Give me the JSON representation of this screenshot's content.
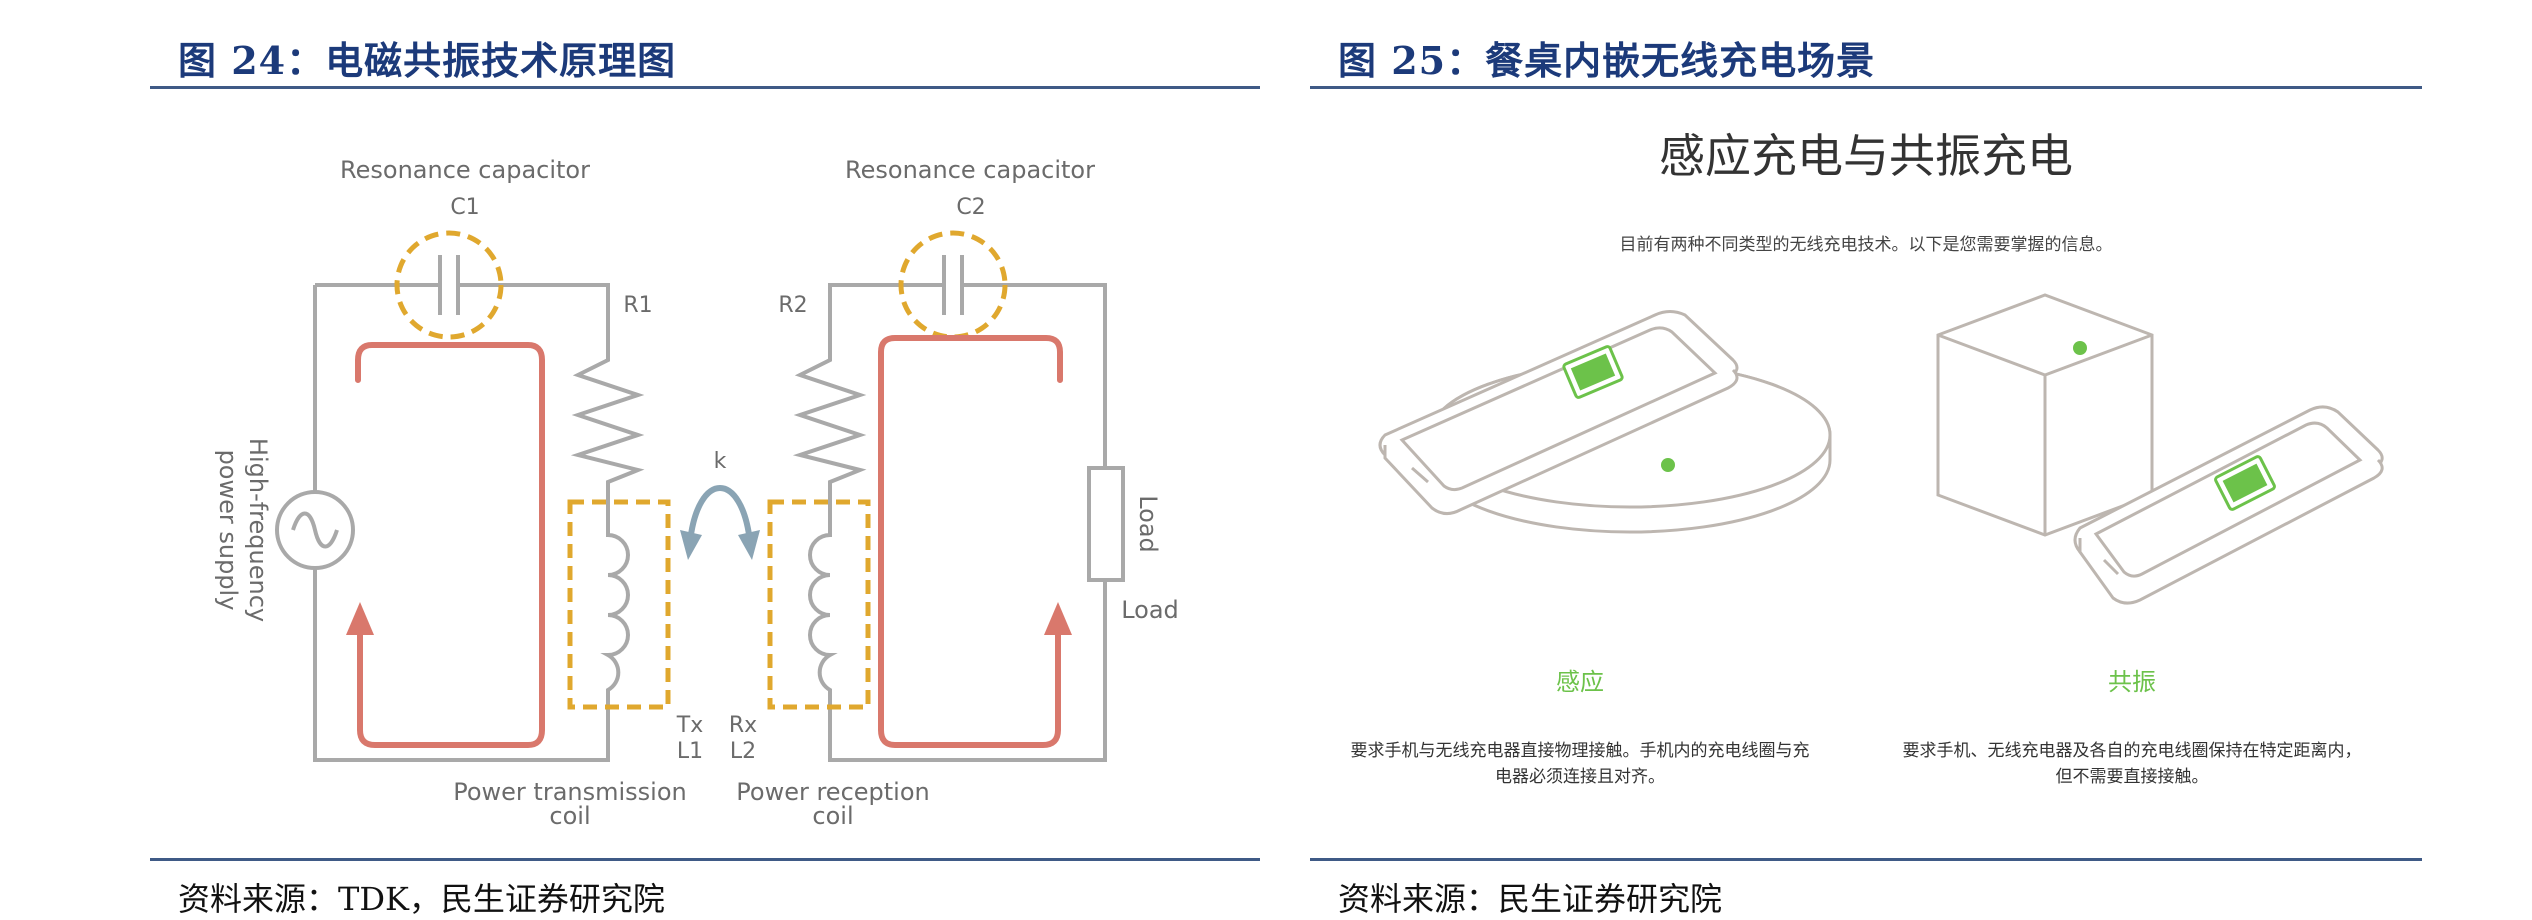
{
  "left_figure": {
    "title": "图 24：电磁共振技术原理图",
    "source": "资料来源：TDK，民生证券研究院",
    "diagram": {
      "resonance_capacitor_left": "Resonance capacitor",
      "resonance_capacitor_right": "Resonance capacitor",
      "c1": "C1",
      "c2": "C2",
      "r1": "R1",
      "r2": "R2",
      "k": "k",
      "power_supply_line1": "High-frequency",
      "power_supply_line2": "power supply",
      "load_rotated": "Load",
      "load": "Load",
      "tx": "Tx",
      "l1": "L1",
      "rx": "Rx",
      "l2": "L2",
      "tx_coil_line1": "Power transmission",
      "tx_coil_line2": "coil",
      "rx_coil_line1": "Power reception",
      "rx_coil_line2": "coil",
      "colors": {
        "wire": "#a9a9a9",
        "capacitor_highlight": "#e0a82e",
        "current_arrow": "#d9786c",
        "coupling_arrow": "#8aa4b4"
      }
    }
  },
  "right_figure": {
    "title": "图 25：餐桌内嵌无线充电场景",
    "source": "资料来源：民生证券研究院",
    "illustration": {
      "heading": "感应充电与共振充电",
      "subheading": "目前有两种不同类型的无线充电技术。以下是您需要掌握的信息。",
      "induction_label": "感应",
      "induction_desc_line1": "要求手机与无线充电器直接物理接触。手机内的充电线圈与充",
      "induction_desc_line2": "电器必须连接且对齐。",
      "resonance_label": "共振",
      "resonance_desc_line1": "要求手机、无线充电器及各自的充电线圈保持在特定距离内，",
      "resonance_desc_line2": "但不需要直接接触。",
      "colors": {
        "accent_green": "#6cc24a",
        "outline": "#bdb6b0"
      }
    }
  }
}
